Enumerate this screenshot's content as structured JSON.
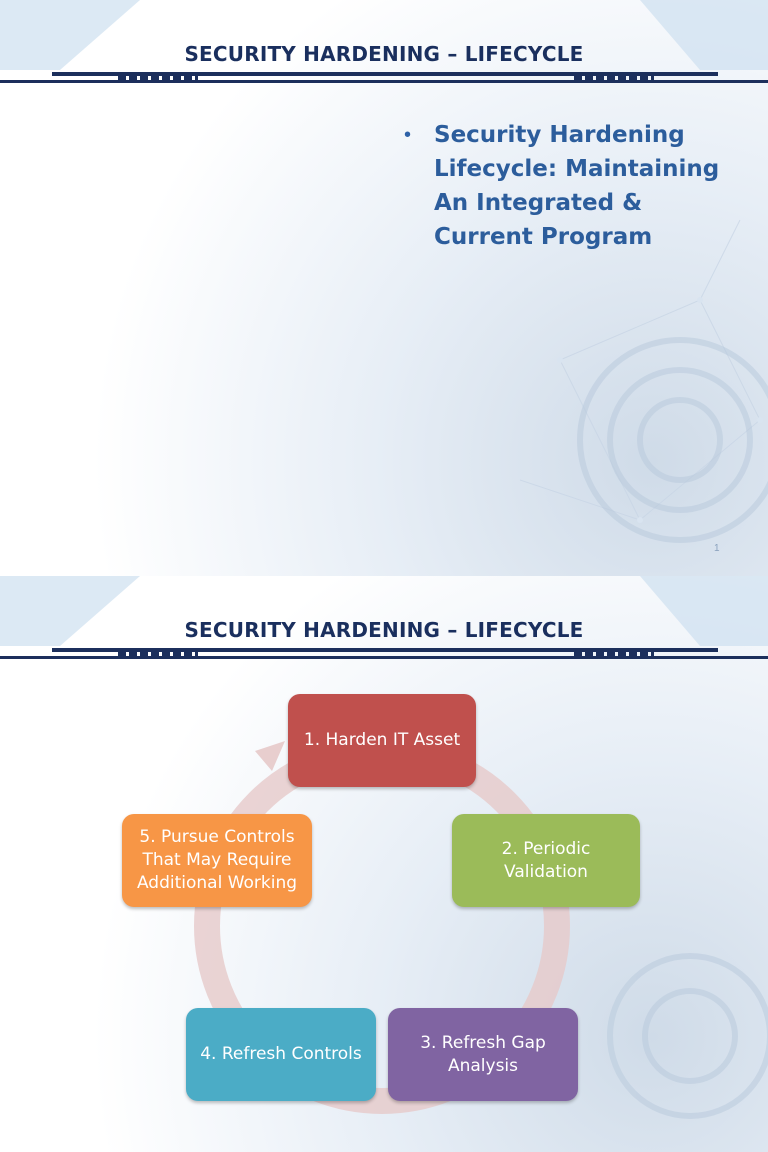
{
  "slides": [
    {
      "title": "SECURITY HARDENING – LIFECYCLE",
      "bullet": "Security Hardening Lifecycle: Maintaining An Integrated & Current Program",
      "page_number": "1"
    },
    {
      "title": "SECURITY HARDENING – LIFECYCLE",
      "steps": [
        {
          "label": "1. Harden IT Asset",
          "color": "#c0504d"
        },
        {
          "label": "2. Periodic Validation",
          "color": "#9bbb59"
        },
        {
          "label": "3. Refresh Gap Analysis",
          "color": "#8064a2"
        },
        {
          "label": "4. Refresh Controls",
          "color": "#4bacc6"
        },
        {
          "label": "5. Pursue Controls That May Require Additional Working",
          "color": "#f79646"
        }
      ]
    }
  ]
}
